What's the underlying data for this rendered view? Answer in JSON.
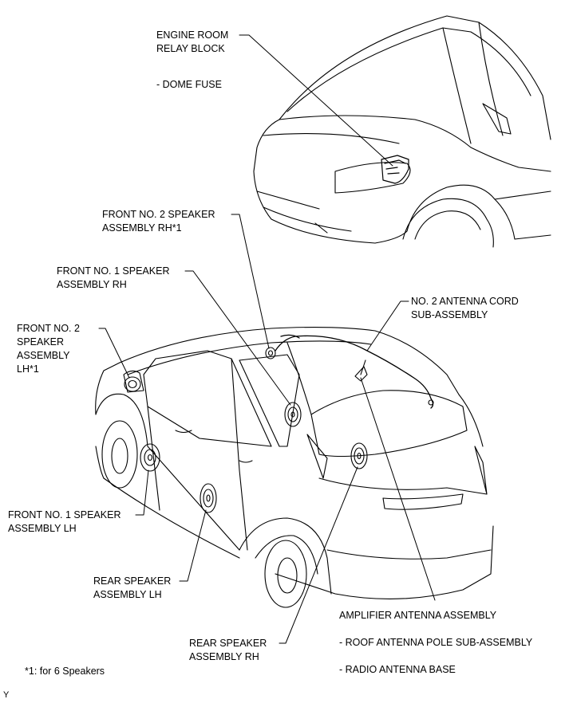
{
  "labels": {
    "engine_room": {
      "line1": "ENGINE ROOM",
      "line2": "RELAY BLOCK",
      "sub": "- DOME FUSE"
    },
    "front2_rh": {
      "line1": "FRONT NO. 2 SPEAKER",
      "line2": "ASSEMBLY RH*1"
    },
    "front1_rh": {
      "line1": "FRONT NO. 1 SPEAKER",
      "line2": "ASSEMBLY RH"
    },
    "front2_lh": {
      "line1": "FRONT NO. 2",
      "line2": "SPEAKER",
      "line3": "ASSEMBLY",
      "line4": "LH*1"
    },
    "antenna_cord": {
      "line1": "NO. 2 ANTENNA CORD",
      "line2": "SUB-ASSEMBLY"
    },
    "front1_lh": {
      "line1": "FRONT NO. 1 SPEAKER",
      "line2": "ASSEMBLY LH"
    },
    "rear_lh": {
      "line1": "REAR SPEAKER",
      "line2": "ASSEMBLY LH"
    },
    "rear_rh": {
      "line1": "REAR SPEAKER",
      "line2": "ASSEMBLY RH"
    },
    "amplifier": {
      "line1": "AMPLIFIER ANTENNA ASSEMBLY",
      "sub1": "- ROOF ANTENNA POLE SUB-ASSEMBLY",
      "sub2": "- RADIO ANTENNA BASE"
    }
  },
  "footnote": "*1: for 6 Speakers",
  "corner_mark": "Y"
}
